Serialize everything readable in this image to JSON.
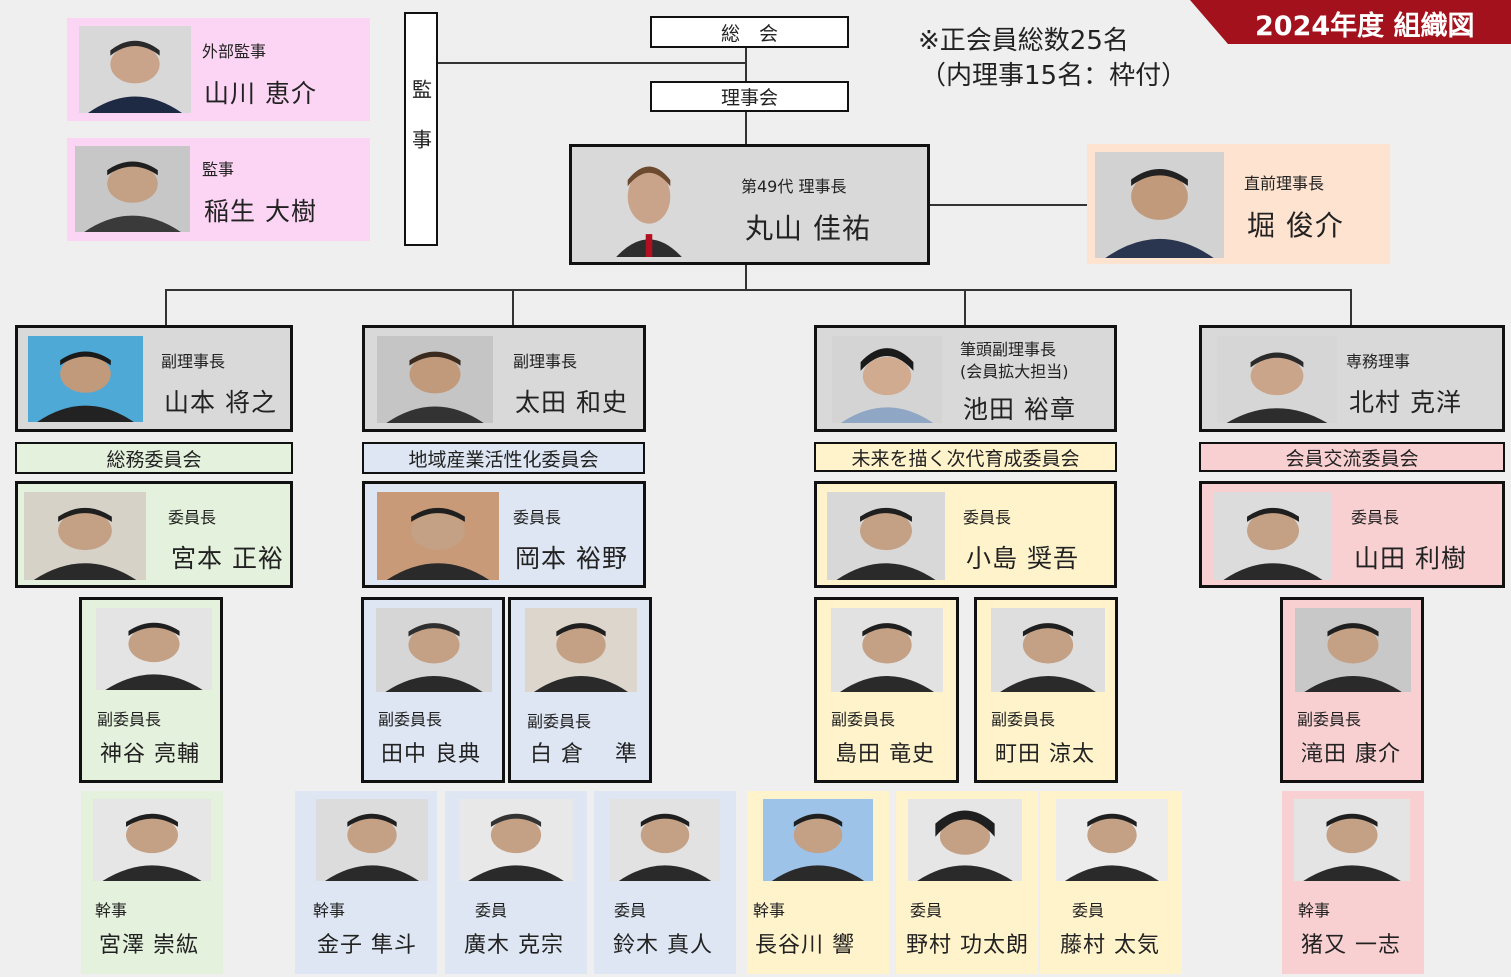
{
  "title": "2024年度 組織図",
  "note": {
    "line1": "※正会員総数25名",
    "line2": "（内理事15名：枠付）"
  },
  "colors": {
    "title_bg": "#a3121c",
    "green": "#e4f1dc",
    "blue": "#dde6f2",
    "yellow": "#fff3cc",
    "pink": "#f8d0d2"
  },
  "bodies": {
    "general": "総　会",
    "board": "理事会",
    "auditor": "監事"
  },
  "auditors": [
    {
      "role": "外部監事",
      "name": "山川 恵介"
    },
    {
      "role": "監事",
      "name": "稲生 大樹"
    }
  ],
  "president": {
    "role": "第49代 理事長",
    "name": "丸山 佳祐"
  },
  "past_president": {
    "role": "直前理事長",
    "name": "堀 俊介"
  },
  "vps": [
    {
      "role": "副理事長",
      "name": "山本 将之"
    },
    {
      "role": "副理事長",
      "name": "太田 和史"
    },
    {
      "role": "筆頭副理事長",
      "role2": "(会員拡大担当)",
      "name": "池田 裕章"
    },
    {
      "role": "専務理事",
      "name": "北村 克洋"
    }
  ],
  "committees": [
    {
      "name": "総務委員会",
      "chair": {
        "role": "委員長",
        "name": "宮本 正裕"
      },
      "vice": [
        {
          "role": "副委員長",
          "name": "神谷 亮輔"
        }
      ],
      "members": [
        {
          "role": "幹事",
          "name": "宮澤 崇紘"
        }
      ]
    },
    {
      "name": "地域産業活性化委員会",
      "chair": {
        "role": "委員長",
        "name": "岡本 裕野"
      },
      "vice": [
        {
          "role": "副委員長",
          "name": "田中 良典"
        },
        {
          "role": "副委員長",
          "name": "白 倉　 準"
        }
      ],
      "members": [
        {
          "role": "幹事",
          "name": "金子 隼斗"
        },
        {
          "role": "委員",
          "name": "廣木 克宗"
        },
        {
          "role": "委員",
          "name": "鈴木 真人"
        }
      ]
    },
    {
      "name": "未来を描く次代育成委員会",
      "chair": {
        "role": "委員長",
        "name": "小島 奨吾"
      },
      "vice": [
        {
          "role": "副委員長",
          "name": "島田 竜史"
        },
        {
          "role": "副委員長",
          "name": "町田 涼太"
        }
      ],
      "members": [
        {
          "role": "幹事",
          "name": "長谷川 響"
        },
        {
          "role": "委員",
          "name": "野村 功太朗"
        },
        {
          "role": "委員",
          "name": "藤村 太気"
        }
      ]
    },
    {
      "name": "会員交流委員会",
      "chair": {
        "role": "委員長",
        "name": "山田 利樹"
      },
      "vice": [
        {
          "role": "副委員長",
          "name": "滝田 康介"
        }
      ],
      "members": [
        {
          "role": "幹事",
          "name": "猪又 一志"
        }
      ]
    }
  ]
}
